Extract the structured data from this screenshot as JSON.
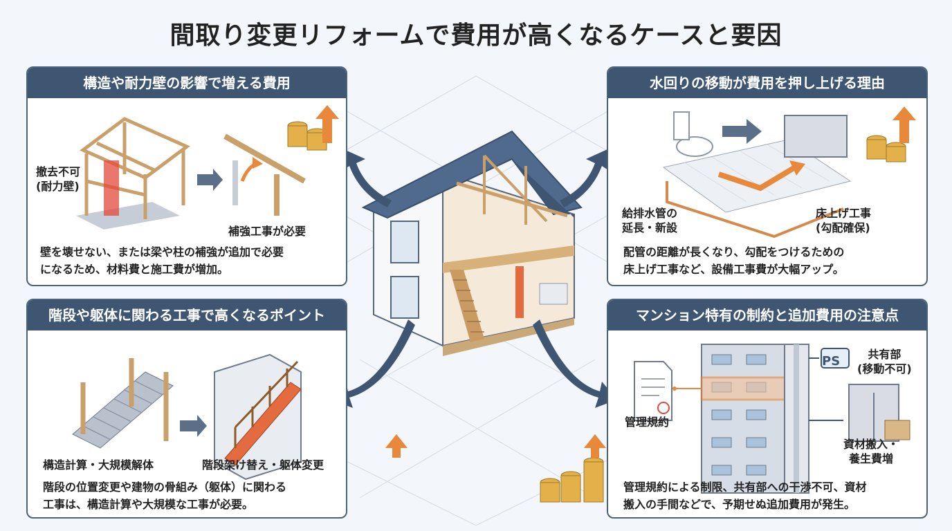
{
  "title": "間取り変更リフォームで費用が高くなるケースと要因",
  "colors": {
    "navy": "#3f5673",
    "orange": "#e8883a",
    "red": "#e24a3b",
    "wood": "#d9b787",
    "coin": "#e3b04a"
  },
  "panels": {
    "structure": {
      "heading": "構造や耐力壁の影響で増える費用",
      "label_wall": "撤去不可\n(耐力壁)",
      "label_reinforce": "補強工事が必要",
      "description": "壁を壊せない、または梁や柱の補強が追加で必要\nになるため、材料費と施工費が増加。"
    },
    "plumbing": {
      "heading": "水回りの移動が費用を押し上げる理由",
      "label_pipes": "給排水管の\n延長・新設",
      "label_floor": "床上げ工事\n(勾配確保)",
      "description": "配管の距離が長くなり、勾配をつけるための\n床上げ工事など、設備工事費が大幅アップ。"
    },
    "stairs": {
      "heading": "階段や躯体に関わる工事で高くなるポイント",
      "label_calc": "構造計算・大規模解体",
      "label_replace": "階段架け替え・躯体変更",
      "description": "階段の位置変更や建物の骨組み（躯体）に関わる\n工事は、構造計算や大規模な工事が必要。"
    },
    "mansion": {
      "heading": "マンション特有の制約と追加費用の注意点",
      "label_rules": "管理規約",
      "label_ps": "PS",
      "label_common": "共有部\n(移動不可)",
      "label_materials": "資材搬入・\n養生費増",
      "description": "管理規約による制限、共有部への干渉不可、資材\n搬入の手間などで、予期せぬ追加費用が発生。"
    }
  }
}
